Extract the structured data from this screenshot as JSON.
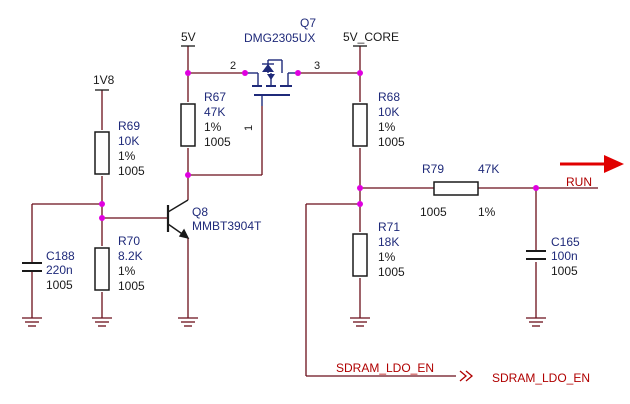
{
  "rails": {
    "v1v8": "1V8",
    "v5v": "5V",
    "v5v_core": "5V_CORE"
  },
  "q7": {
    "ref": "Q7",
    "part": "DMG2305UX",
    "pins": {
      "p1": "1",
      "p2": "2",
      "p3": "3"
    }
  },
  "q8": {
    "ref": "Q8",
    "part": "MMBT3904T"
  },
  "r67": {
    "ref": "R67",
    "value": "47K",
    "tol": "1%",
    "pkg": "1005"
  },
  "r68": {
    "ref": "R68",
    "value": "10K",
    "tol": "1%",
    "pkg": "1005"
  },
  "r69": {
    "ref": "R69",
    "value": "10K",
    "tol": "1%",
    "pkg": "1005"
  },
  "r70": {
    "ref": "R70",
    "value": "8.2K",
    "tol": "1%",
    "pkg": "1005"
  },
  "r71": {
    "ref": "R71",
    "value": "18K",
    "tol": "1%",
    "pkg": "1005"
  },
  "r79": {
    "ref": "R79",
    "value": "47K",
    "tol": "1%",
    "pkg": "1005"
  },
  "c188": {
    "ref": "C188",
    "value": "220n",
    "pkg": "1005"
  },
  "c165": {
    "ref": "C165",
    "value": "100n",
    "pkg": "1005"
  },
  "nets": {
    "run": "RUN",
    "sdram_ldo_en": "SDRAM_LDO_EN",
    "sdram_ldo_en_port": "SDRAM_LDO_EN"
  },
  "colors": {
    "wire": "#6b0f1a",
    "body": "#1a1a1a",
    "junction": "#e000e0",
    "part": "#1f2a7a",
    "net": "#b00000",
    "arrow": "#e00000"
  }
}
